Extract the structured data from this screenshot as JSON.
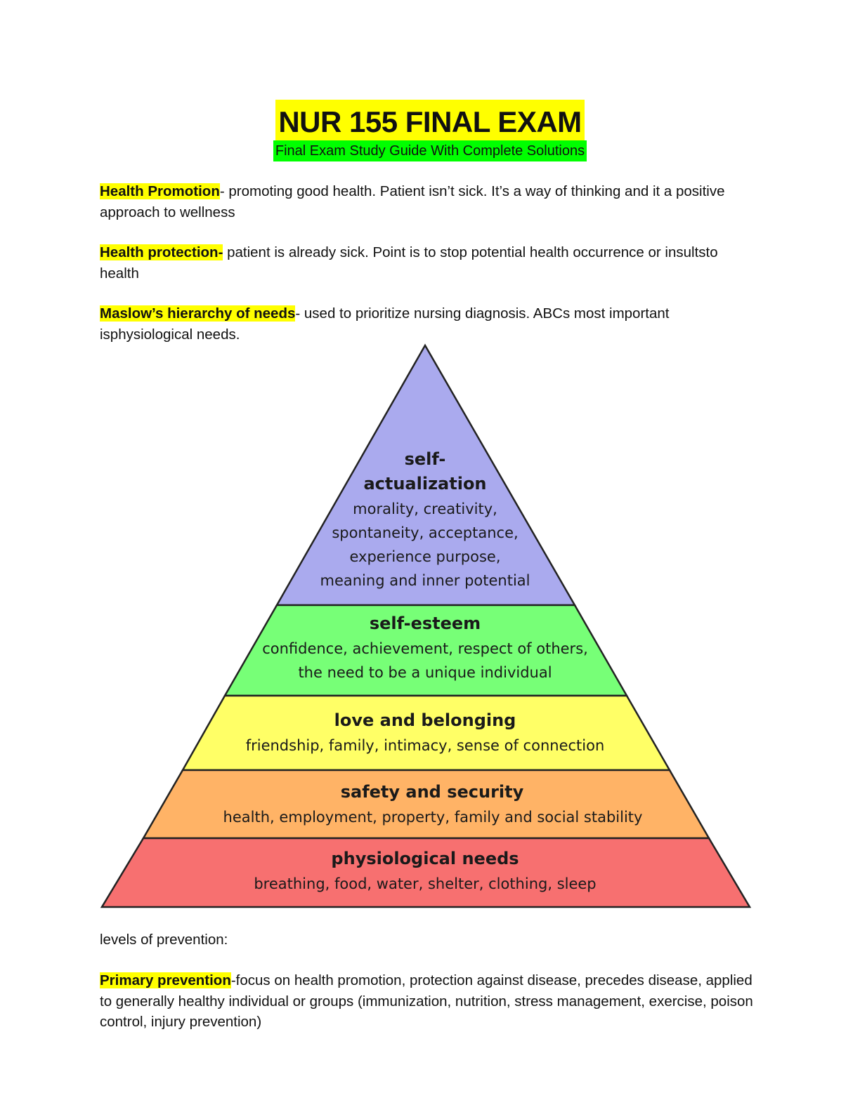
{
  "header": {
    "title": "NUR 155 FINAL EXAM",
    "subtitle": "Final Exam Study Guide With Complete Solutions"
  },
  "colors": {
    "title_highlight": "#ffff00",
    "subtitle_highlight": "#00ff00",
    "term_highlight": "#ffff00"
  },
  "paragraphs": [
    {
      "term": "Health Promotion",
      "text": "- promoting good health. Patient isn’t sick. It’s a way of thinking and it a positive approach to wellness"
    },
    {
      "term": "Health protection-",
      "text": " patient is already sick. Point is to stop potential health occurrence or insultsto health"
    },
    {
      "term": "Maslow’s hierarchy of needs",
      "text": "- used to prioritize nursing diagnosis. ABCs most important isphysiological needs."
    }
  ],
  "pyramid": {
    "levels": [
      {
        "title": [
          "self-",
          "actualization"
        ],
        "desc": [
          "morality, creativity,",
          "spontaneity, acceptance,",
          "experience purpose,",
          "meaning and inner potential"
        ],
        "color": "#aaaaee"
      },
      {
        "title": [
          "self-esteem"
        ],
        "desc": [
          "confidence, achievement, respect of others,",
          "the need to be a unique individual"
        ],
        "color": "#77ff77"
      },
      {
        "title": [
          "love and belonging"
        ],
        "desc": [
          "friendship, family, intimacy, sense of connection"
        ],
        "color": "#ffff66"
      },
      {
        "title": [
          "safety and security"
        ],
        "desc": [
          "health, employment, property, family and social stability"
        ],
        "color": "#ffb366"
      },
      {
        "title": [
          "physiological needs"
        ],
        "desc": [
          "breathing, food, water, shelter, clothing, sleep"
        ],
        "color": "#f77070"
      }
    ]
  },
  "levels_heading": "levels of prevention:",
  "primary": {
    "term": "Primary prevention",
    "text": "-focus on health promotion, protection against disease, precedes disease, applied to generally healthy individual or groups (immunization, nutrition, stress management, exercise, poison control, injury prevention)"
  }
}
